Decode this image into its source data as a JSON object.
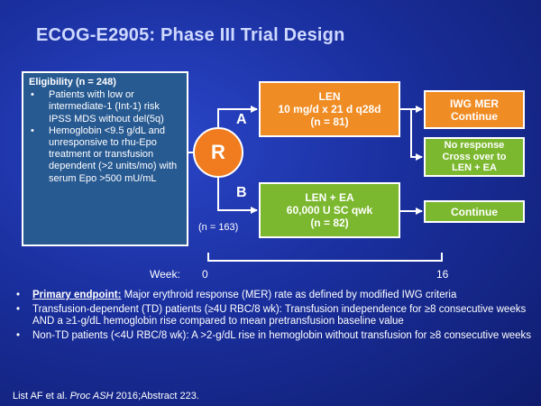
{
  "title": "ECOG-E2905: Phase III Trial Design",
  "eligibility": {
    "header": "Eligibility (n = 248)",
    "criteria": [
      "Patients with low or intermediate-1 (Int-1) risk IPSS MDS without del(5q)",
      "Hemoglobin <9.5 g/dL and unresponsive to rhu-Epo treatment or transfusion dependent (>2 units/mo) with serum Epo >500 mU/mL"
    ]
  },
  "randomization": {
    "symbol": "R",
    "n": "(n = 163)"
  },
  "arms": {
    "a": {
      "label": "A",
      "line1": "LEN",
      "line2": "10 mg/d x 21 d q28d",
      "line3": "(n = 81)"
    },
    "b": {
      "label": "B",
      "line1": "LEN + EA",
      "line2": "60,000 U SC qwk",
      "line3": "(n = 82)"
    }
  },
  "outcomes": {
    "iwg_line1": "IWG MER",
    "iwg_line2": "Continue",
    "noresp_line1": "No response",
    "noresp_line2": "Cross over to",
    "noresp_line3": "LEN + EA",
    "continue": "Continue"
  },
  "timeline": {
    "label": "Week:",
    "start": "0",
    "end": "16"
  },
  "notes": {
    "primary_label": "Primary endpoint:",
    "primary_text": " Major erythroid response (MER) rate as defined by modified IWG criteria",
    "td_text": "Transfusion-dependent (TD) patients (≥4U RBC/8 wk): Transfusion independence for ≥8 consecutive weeks AND a ≥1-g/dL hemoglobin rise compared to mean pretransfusion baseline value",
    "ntd_text": "Non-TD patients (<4U RBC/8 wk): A >2-g/dL rise in hemoglobin without transfusion for ≥8 consecutive weeks"
  },
  "citation": {
    "authors": "List AF et al. ",
    "journal": "Proc ASH",
    "rest": " 2016;Abstract 223."
  },
  "colors": {
    "background": "#1a2f9e",
    "eligibility_box": "#285a92",
    "orange": "#f08c24",
    "green": "#7cb82f",
    "title": "#cfd9ff"
  }
}
